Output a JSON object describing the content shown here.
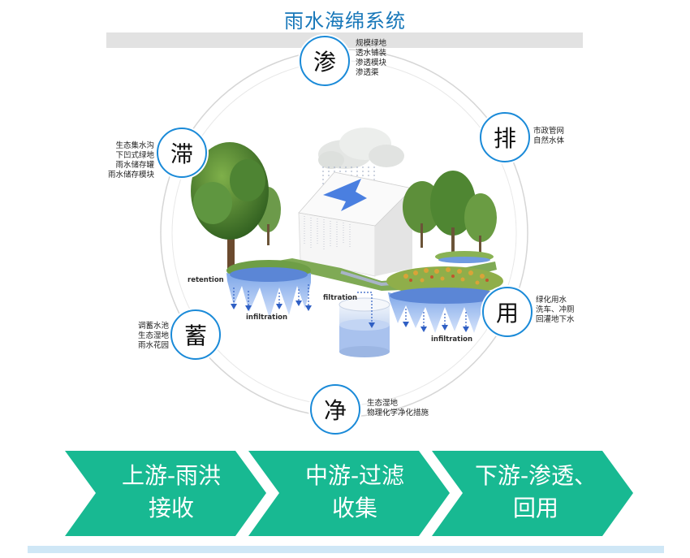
{
  "title": "雨水海绵系统",
  "nodes": {
    "shen": {
      "char": "渗",
      "lines": [
        "规模绿地",
        "透水铺装",
        "渗透模块",
        "渗透渠"
      ]
    },
    "zhi": {
      "char": "滞",
      "lines": [
        "生态集水沟",
        "下凹式绿地",
        "雨水储存罐",
        "雨水储存模块"
      ]
    },
    "pai": {
      "char": "排",
      "lines": [
        "市政管网",
        "自然水体"
      ]
    },
    "xu": {
      "char": "蓄",
      "lines": [
        "调蓄水池",
        "生态湿地",
        "雨水花园"
      ]
    },
    "yong": {
      "char": "用",
      "lines": [
        "绿化用水",
        "洗车、冲厕",
        "回灌地下水"
      ]
    },
    "jing": {
      "char": "净",
      "lines": [
        "生态湿地",
        "物理化学净化措施"
      ]
    }
  },
  "labels": {
    "retention": "retention",
    "filtration": "filtration",
    "infiltration_left": "infiltration",
    "infiltration_right": "infiltration"
  },
  "steps": [
    {
      "line1": "上游-雨洪",
      "line2": "接收"
    },
    {
      "line1": "中游-过滤",
      "line2": "收集"
    },
    {
      "line1": "下游-渗透、",
      "line2": "回用"
    }
  ],
  "colors": {
    "accent": "#1a8ad8",
    "arrow": "#18b992",
    "title": "#1777b9"
  }
}
